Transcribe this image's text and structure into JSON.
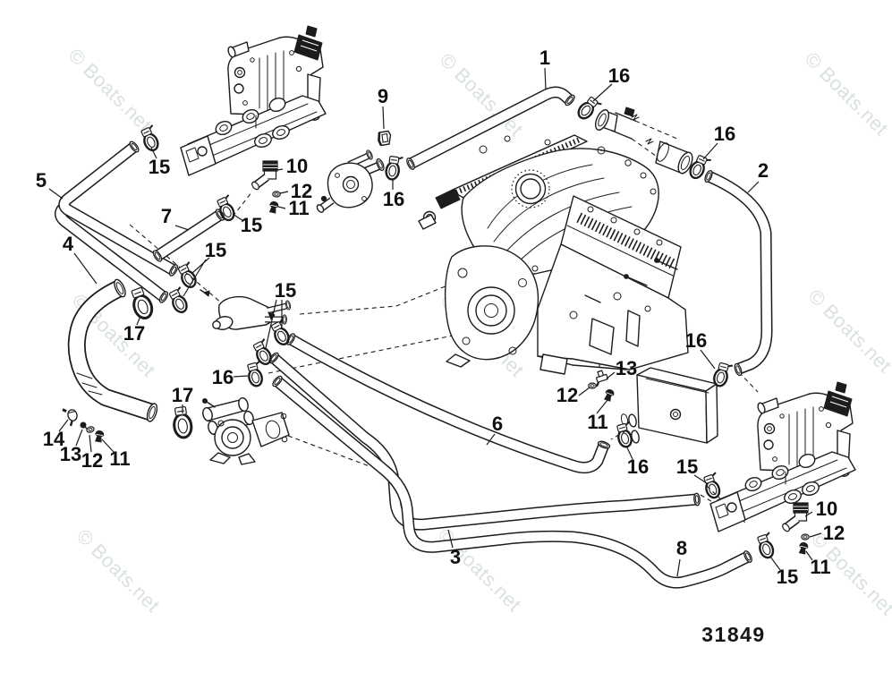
{
  "page": {
    "background": "#ffffff",
    "line_color": "#1c1c1c"
  },
  "watermark": {
    "text": "© Boats.net",
    "color": "#d9e2dc"
  },
  "drawing": {
    "part_number": "31849"
  },
  "components": {
    "engine": "engine-block",
    "manifold_port": "exhaust-manifold-port",
    "manifold_starboard": "exhaust-manifold-starboard",
    "muffler": "muffler",
    "thermostat": "thermostat-housing",
    "cooler_box": "cooler-box",
    "sea_water_pump": "sea-water-pump",
    "ps_cooler": "power-steering-cooler"
  },
  "callouts": {
    "hose_1": "1",
    "hose_2": "2",
    "hose_3": "3",
    "hose_4": "4",
    "hose_5": "5",
    "hose_6": "6",
    "hose_7": "7",
    "hose_8": "8",
    "clip_9": "9",
    "fitting_10_port": "10",
    "fitting_10_starboard": "10",
    "plug_11_port": "11",
    "plug_11_left": "11",
    "plug_11_center": "11",
    "plug_11_starboard": "11",
    "washer_12_port": "12",
    "washer_12_left": "12",
    "washer_12_center": "12",
    "washer_12_starboard": "12",
    "fitting_13_left": "13",
    "fitting_13_center": "13",
    "fitting_14": "14",
    "clamp_15_a": "15",
    "clamp_15_b": "15",
    "clamp_15_c": "15",
    "clamp_15_d": "15",
    "clamp_15_e": "15",
    "clamp_15_f": "15",
    "clamp_16_a": "16",
    "clamp_16_b": "16",
    "clamp_16_c": "16",
    "clamp_16_d": "16",
    "clamp_16_e": "16",
    "clamp_16_f": "16",
    "clamp_17_a": "17",
    "clamp_17_b": "17"
  }
}
